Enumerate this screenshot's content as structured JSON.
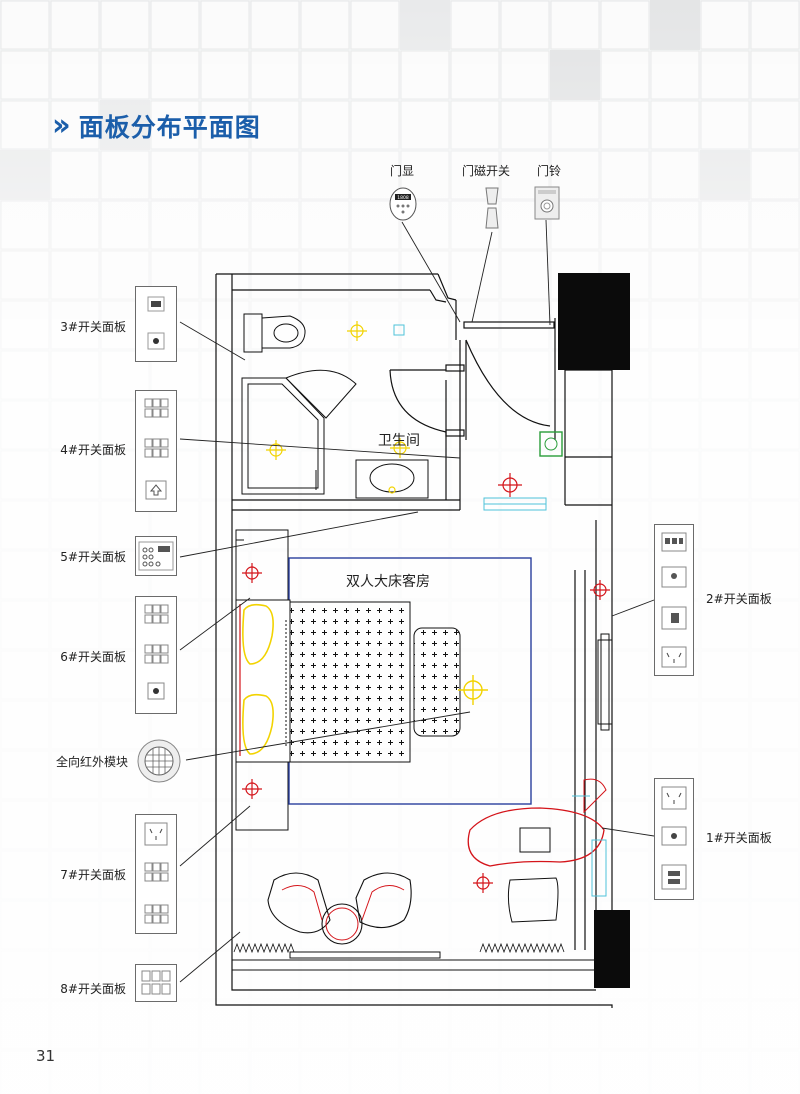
{
  "header": {
    "title": "面板分布平面图"
  },
  "page_number": "31",
  "devices": {
    "door_display": "门显",
    "door_magnet_switch": "门磁开关",
    "doorbell": "门铃",
    "door_display_reading": "1808"
  },
  "panels": {
    "p3": "3#开关面板",
    "p4": "4#开关面板",
    "p5": "5#开关面板",
    "p6": "6#开关面板",
    "ir": "全向红外模块",
    "p7": "7#开关面板",
    "p8": "8#开关面板",
    "p2": "2#开关面板",
    "p1": "1#开关面板"
  },
  "rooms": {
    "bathroom": "卫生间",
    "bedroom": "双人大床客房"
  },
  "colors": {
    "title_blue": "#1b5eaa",
    "wall_black": "#111111",
    "light_yellow": "#f2d300",
    "light_red": "#d4141a",
    "carpet_blue": "#2a3f9e",
    "cyan": "#4fc3d9",
    "green": "#2a9d3a"
  }
}
